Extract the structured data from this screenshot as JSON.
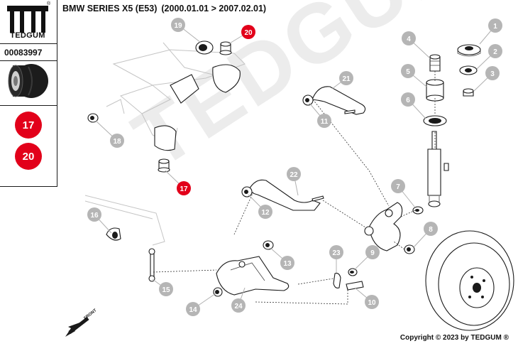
{
  "header": {
    "model": "BMW SERIES X5 (E53)",
    "date_range": "(2000.01.01 > 2007.02.01)"
  },
  "sidebar": {
    "brand": "TEDGUM",
    "registered_mark": "®",
    "part_number": "00083997",
    "position_badges": [
      "17",
      "20"
    ]
  },
  "watermark": "TEDGUM",
  "callouts": {
    "c1": "1",
    "c2": "2",
    "c3": "3",
    "c4": "4",
    "c5": "5",
    "c6": "6",
    "c7": "7",
    "c8": "8",
    "c9": "9",
    "c10": "10",
    "c11": "11",
    "c12": "12",
    "c13": "13",
    "c14": "14",
    "c15": "15",
    "c16": "16",
    "c17": "17",
    "c18": "18",
    "c19": "19",
    "c20": "20",
    "c21": "21",
    "c22": "22",
    "c23": "23",
    "c24": "24"
  },
  "highlighted_callouts": [
    "17",
    "20"
  ],
  "front_label": "FRONT",
  "footer": {
    "copyright": "Copyright © 2023 by TEDGUM ®"
  },
  "colors": {
    "highlight_red": "#e2001a",
    "callout_grey": "#b5b5b5",
    "line": "#1a1a1a"
  }
}
